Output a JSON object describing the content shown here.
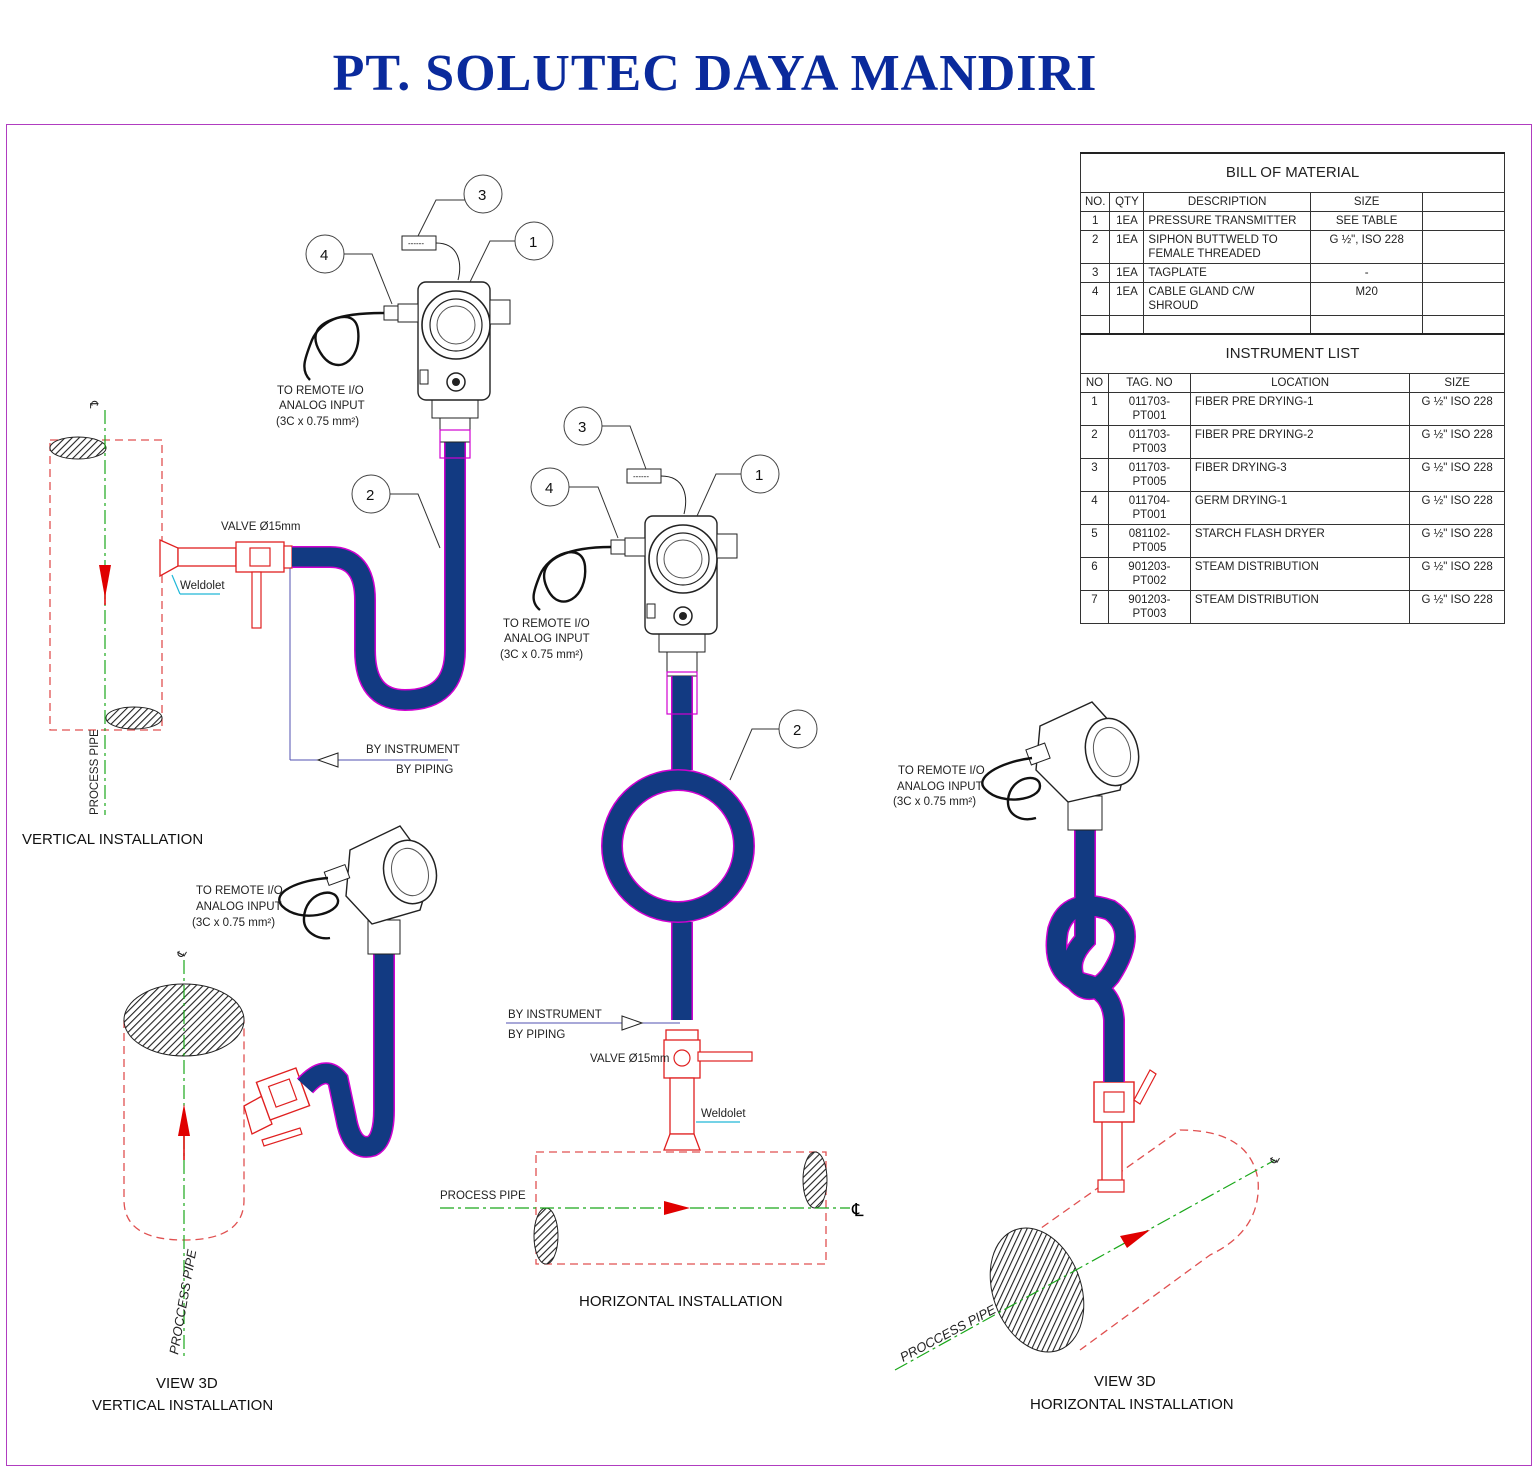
{
  "company": "PT. SOLUTEC DAYA MANDIRI",
  "bom": {
    "title": "BILL OF MATERIAL",
    "headers": [
      "NO.",
      "QTY",
      "DESCRIPTION",
      "SIZE"
    ],
    "rows": [
      {
        "no": "1",
        "qty": "1EA",
        "desc": "PRESSURE TRANSMITTER",
        "size": "SEE TABLE"
      },
      {
        "no": "2",
        "qty": "1EA",
        "desc": "SIPHON BUTTWELD TO FEMALE THREADED",
        "size": "G ½\", ISO 228"
      },
      {
        "no": "3",
        "qty": "1EA",
        "desc": "TAGPLATE",
        "size": "-"
      },
      {
        "no": "4",
        "qty": "1EA",
        "desc": "CABLE GLAND C/W SHROUD",
        "size": "M20"
      }
    ]
  },
  "instrument_list": {
    "title": "INSTRUMENT LIST",
    "headers": [
      "NO",
      "TAG. NO",
      "LOCATION",
      "SIZE"
    ],
    "rows": [
      {
        "no": "1",
        "tag": "011703-PT001",
        "loc": "FIBER PRE DRYING-1",
        "size": "G ½\" ISO 228"
      },
      {
        "no": "2",
        "tag": "011703-PT003",
        "loc": "FIBER PRE DRYING-2",
        "size": "G ½\" ISO 228"
      },
      {
        "no": "3",
        "tag": "011703-PT005",
        "loc": "FIBER DRYING-3",
        "size": "G ½\" ISO 228"
      },
      {
        "no": "4",
        "tag": "011704-PT001",
        "loc": "GERM DRYING-1",
        "size": "G ½\" ISO 228"
      },
      {
        "no": "5",
        "tag": "081102-PT005",
        "loc": "STARCH FLASH DRYER",
        "size": "G ½\" ISO 228"
      },
      {
        "no": "6",
        "tag": "901203-PT002",
        "loc": "STEAM DISTRIBUTION",
        "size": "G ½\" ISO 228"
      },
      {
        "no": "7",
        "tag": "901203-PT003",
        "loc": "STEAM DISTRIBUTION",
        "size": "G ½\" ISO 228"
      }
    ]
  },
  "labels": {
    "vertical_installation": "VERTICAL INSTALLATION",
    "horizontal_installation": "HORIZONTAL INSTALLATION",
    "view_3d": "VIEW 3D",
    "to_remote": "TO REMOTE I/O",
    "analog_input": "ANALOG INPUT",
    "cable_spec": "(3C x 0.75 mm²)",
    "valve": "VALVE  Ø15mm",
    "weldolet": "Weldolet",
    "by_instrument": "BY INSTRUMENT",
    "by_piping": "BY PIPING",
    "process_pipe": "PROCESS PIPE",
    "proccess_pipe": "PROCCESS  PIPE",
    "tag_dash": "------",
    "cl": "℄"
  },
  "callouts": [
    "1",
    "2",
    "3",
    "4"
  ],
  "colors": {
    "siphon": "#123a82",
    "siphon_edge": "#d000d0",
    "valve": "#e02020",
    "centerline": "#1aa81a",
    "title": "#0a2a9c",
    "frame": "#b03cc0"
  }
}
